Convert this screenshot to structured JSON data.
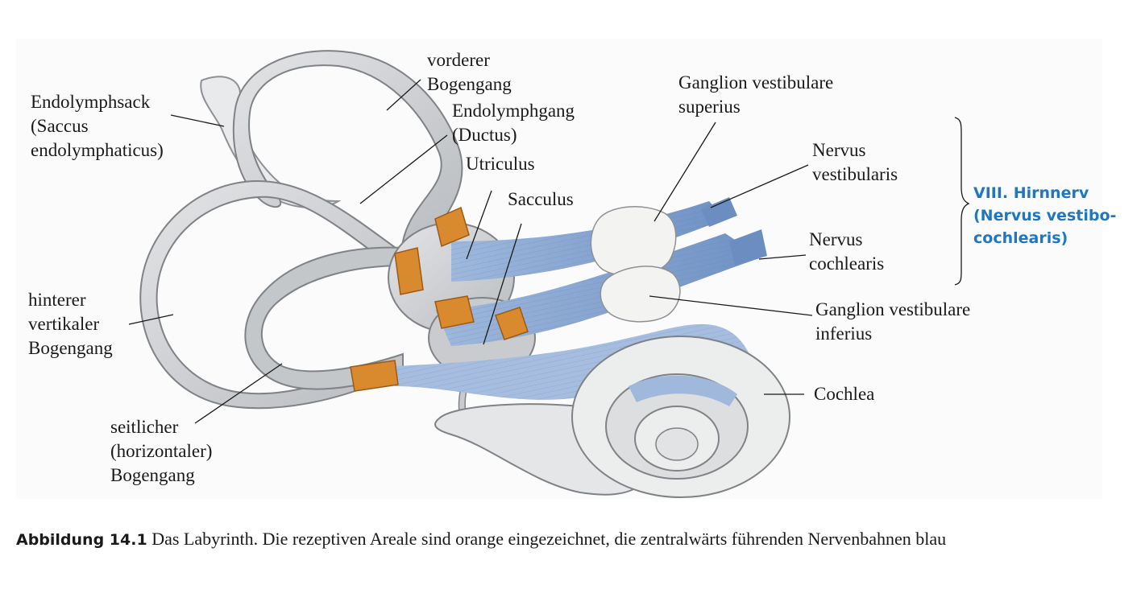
{
  "labels": {
    "endolymphsack": [
      "Endolymphsack",
      "(Saccus",
      "endolymphaticus)"
    ],
    "vorderer": [
      "vorderer",
      "Bogengang"
    ],
    "endolymphgang": [
      "Endolymphgang",
      "(Ductus)"
    ],
    "utriculus": [
      "Utriculus"
    ],
    "sacculus": [
      "Sacculus"
    ],
    "ganglion_sup": [
      "Ganglion vestibulare",
      "superius"
    ],
    "n_vestibularis": [
      "Nervus",
      "vestibularis"
    ],
    "n_cochlearis": [
      "Nervus",
      "cochlearis"
    ],
    "ganglion_inf": [
      "Ganglion vestibulare",
      "inferius"
    ],
    "cochlea": [
      "Cochlea"
    ],
    "hinterer": [
      "hinterer",
      "vertikaler",
      "Bogengang"
    ],
    "seitlicher": [
      "seitlicher",
      "(horizontaler)",
      "Bogengang"
    ]
  },
  "nerve_label": [
    "VIII. Hirnnerv",
    "(Nervus vestibo-",
    "cochlearis)"
  ],
  "caption": {
    "title": "Abbildung 14.1",
    "text": " Das Labyrinth. Die rezeptiven Areale sind orange eingezeichnet, die zentralwärts führenden Nervenbahnen blau"
  },
  "colors": {
    "labyrinth": "#cfd1d4",
    "labyrinth_dark": "#a9acb0",
    "receptor": "#d9892e",
    "nerve": "#7f9fcc",
    "ganglion": "#f1f1ef",
    "accent_text": "#1f77c1"
  }
}
